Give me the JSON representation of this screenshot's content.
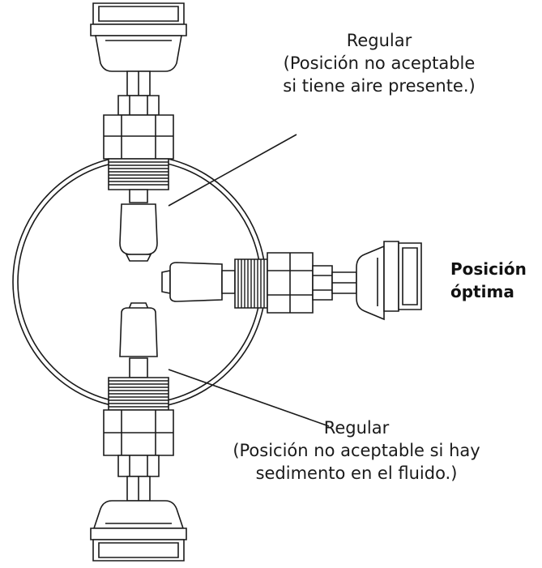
{
  "labels": {
    "top": {
      "line1": "Regular",
      "line2": "(Posición no aceptable",
      "line3": "si tiene aire presente.)"
    },
    "right": {
      "line1": "Posición",
      "line2": "óptima"
    },
    "bottom": {
      "line1": "Regular",
      "line2": "(Posición no aceptable si hay",
      "line3": "sedimento en el fluido.)"
    }
  }
}
